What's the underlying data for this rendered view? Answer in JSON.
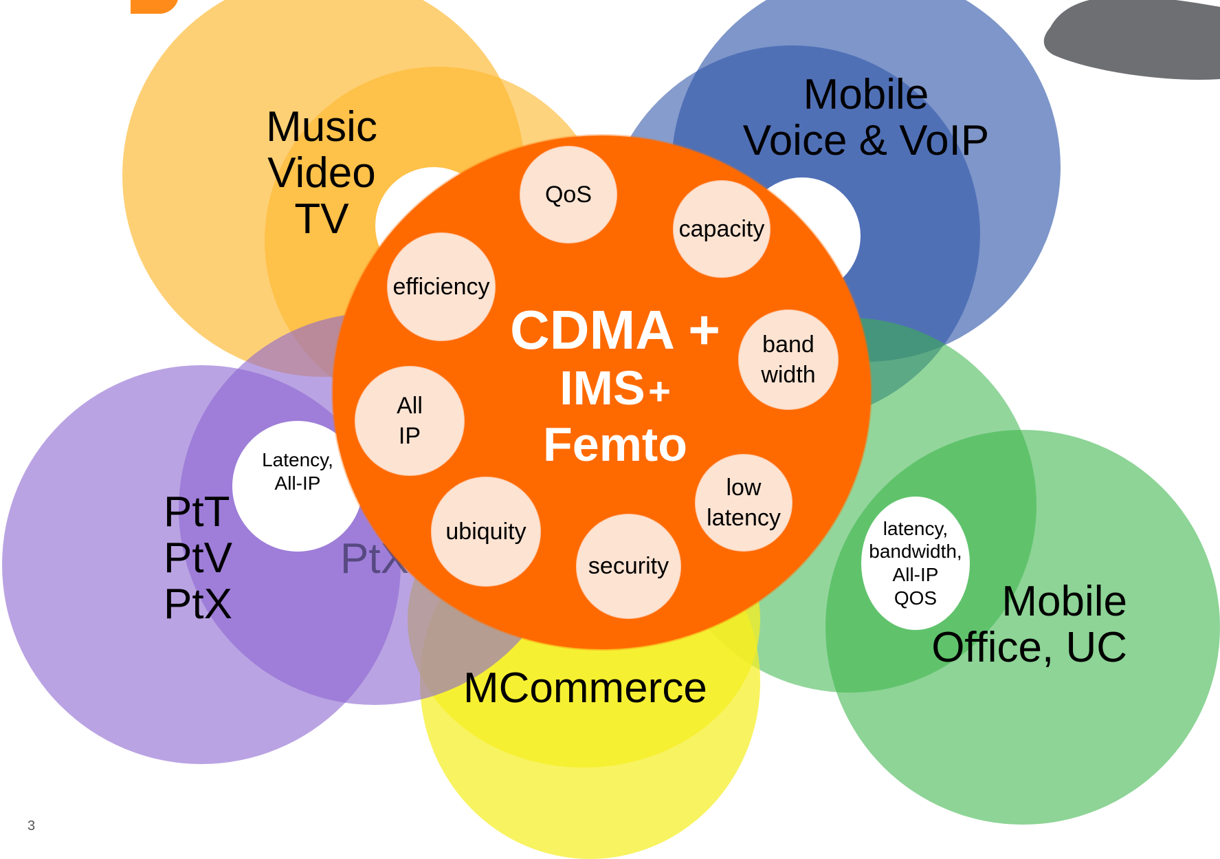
{
  "circles": {
    "music": {
      "lines": [
        "Music",
        "Video",
        "TV"
      ],
      "color": "#fdb82e"
    },
    "mobile_voice": {
      "lines": [
        "Mobile",
        "Voice & VoIP"
      ],
      "color": "#2f55a8"
    },
    "ptx": {
      "lines": [
        "PtT",
        "PtV",
        "PtX"
      ],
      "color": "#8c66d1",
      "shadow_label": "PtX"
    },
    "mcommerce": {
      "label": "MCommerce",
      "color": "#f5ee22"
    },
    "mobile_office": {
      "lines": [
        "Mobile",
        "Office, UC"
      ],
      "color": "#3ab54a"
    }
  },
  "bubbles": {
    "latency_allip": "Latency,\nAll-IP",
    "latency_bw": "latency,\nbandwidth,\nAll-IP\nQOS"
  },
  "core": {
    "title_lines": [
      "CDMA +",
      "IMS",
      "+",
      "Femto"
    ],
    "color": "#ff6a00",
    "pills": [
      "QoS",
      "capacity",
      "efficiency",
      "band\nwidth",
      "All\nIP",
      "low\nlatency",
      "ubiquity",
      "security"
    ]
  },
  "slide_number": "3"
}
